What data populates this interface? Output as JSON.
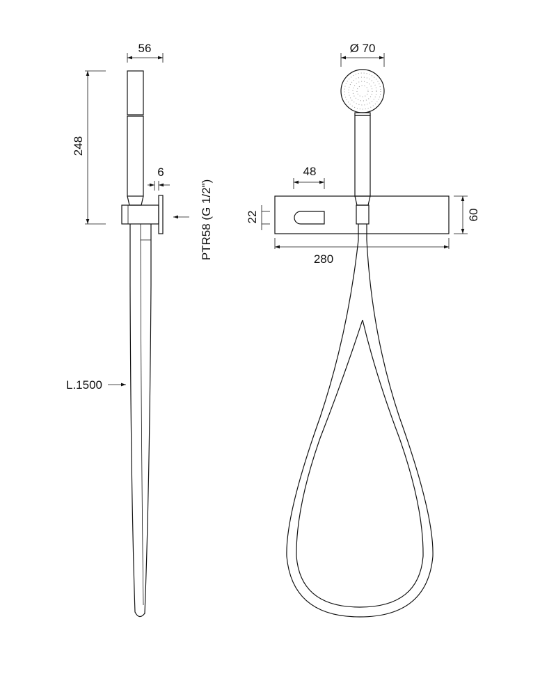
{
  "side_view": {
    "width_dim": "56",
    "height_dim": "248",
    "plate_dim": "6",
    "connection_label": "PTR58 (G 1/2\")",
    "hose_label": "L.1500"
  },
  "front_view": {
    "head_dim": "Ø 70",
    "slot_width_dim": "48",
    "slot_height_dim": "22",
    "plate_height_dim": "60",
    "plate_width_dim": "280"
  }
}
